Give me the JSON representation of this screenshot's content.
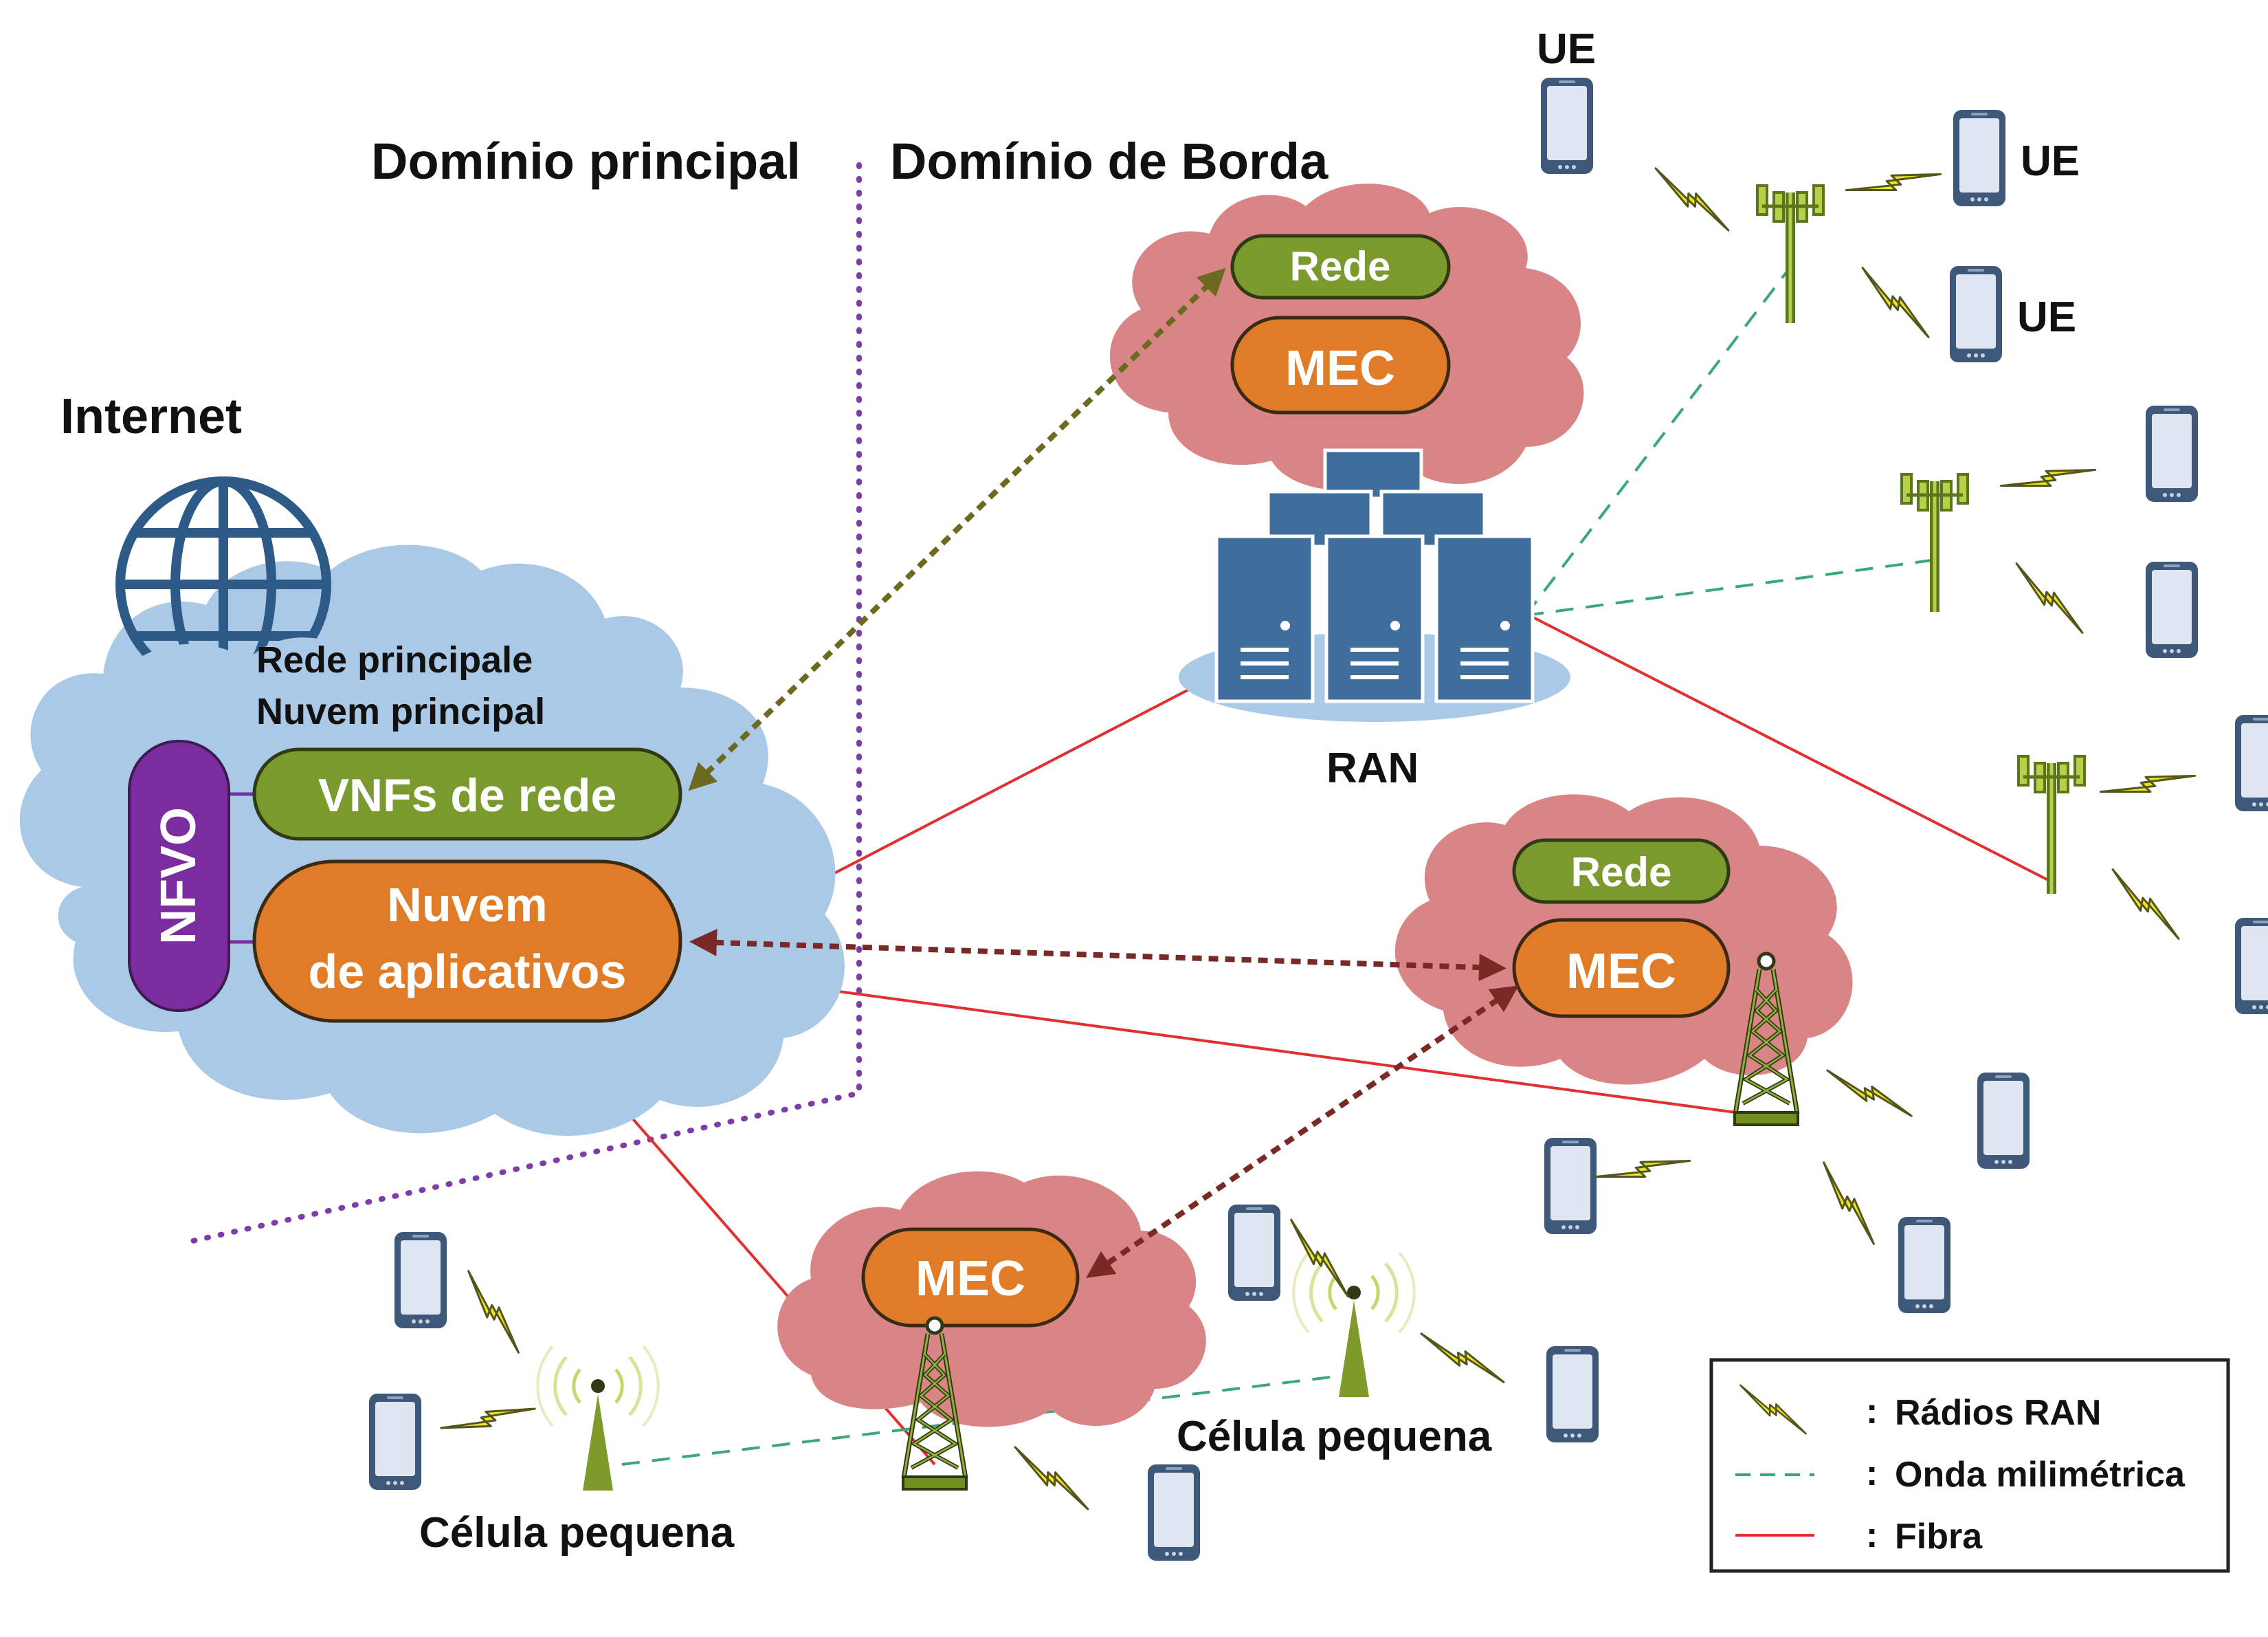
{
  "titles": {
    "main_domain": "Domínio principal",
    "edge_domain": "Domínio de Borda",
    "internet": "Internet"
  },
  "core_cloud": {
    "line1": "Rede principale",
    "line2": "Nuvem principal",
    "nfvo": "NFVO",
    "vnf": "VNFs de rede",
    "app_line1": "Nuvem",
    "app_line2": "de aplicativos"
  },
  "edge_cloud_top": {
    "rede": "Rede",
    "mec": "MEC"
  },
  "edge_cloud_mid": {
    "rede": "Rede",
    "mec": "MEC"
  },
  "edge_cloud_low": {
    "mec": "MEC"
  },
  "ran_label": "RAN",
  "ue_labels": [
    "UE",
    "UE",
    "UE"
  ],
  "small_cell_labels": [
    "Célula pequena",
    "Célula pequena"
  ],
  "legend": {
    "items": [
      {
        "symbol": "lightning-icon",
        "label": "Rádios RAN",
        "color": "#e9e21a"
      },
      {
        "symbol": "dashed-line",
        "label": "Onda milimétrica",
        "color": "#3aa878"
      },
      {
        "symbol": "solid-line",
        "label": "Fibra",
        "color": "#e03030"
      }
    ],
    "separator": ":"
  },
  "colors": {
    "cloud_blue": "#a9c9e6",
    "cloud_pink": "#d98585",
    "pill_green": "#7a9a2e",
    "pill_orange": "#e07b27",
    "nfvo_purple": "#7b2da0",
    "server_blue": "#3f6d9c",
    "globe_blue": "#2e5a88",
    "fiber_red": "#e03030",
    "mmwave_green": "#3aa878",
    "lightning_yellow": "#e9e21a",
    "tower_green": "#6f8f1e",
    "domain_divider": "#7d3ca8"
  }
}
